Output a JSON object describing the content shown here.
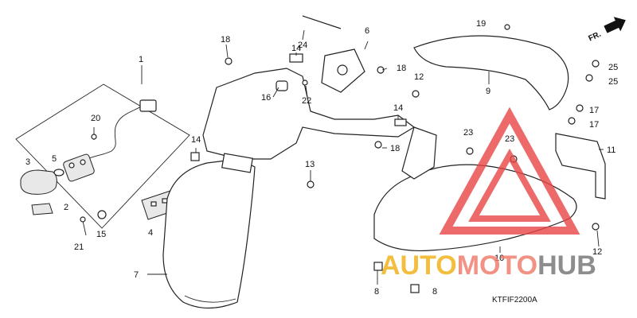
{
  "diagram": {
    "code": "KTFIF2200A",
    "fr_label": "FR.",
    "callouts": {
      "c1": "1",
      "c2": "2",
      "c3": "3",
      "c4": "4",
      "c5": "5",
      "c6": "6",
      "c7": "7",
      "c8a": "8",
      "c8b": "8",
      "c9": "9",
      "c10": "10",
      "c11": "11",
      "c12a": "12",
      "c12b": "12",
      "c13": "13",
      "c14a": "14",
      "c14b": "14",
      "c14c": "14",
      "c15": "15",
      "c16": "16",
      "c17a": "17",
      "c17b": "17",
      "c18a": "18",
      "c18b": "18",
      "c18c": "18",
      "c19": "19",
      "c20": "20",
      "c21": "21",
      "c22": "22",
      "c23a": "23",
      "c23b": "23",
      "c24": "24",
      "c25a": "25",
      "c25b": "25"
    }
  },
  "watermark": {
    "part1": "AUTO",
    "part2": "MOTO",
    "part3": "HUB",
    "colors": {
      "auto": "#f2b21c",
      "moto": "#f07f6f",
      "hub": "#7a7a7a",
      "triangle": "#e84545"
    }
  }
}
